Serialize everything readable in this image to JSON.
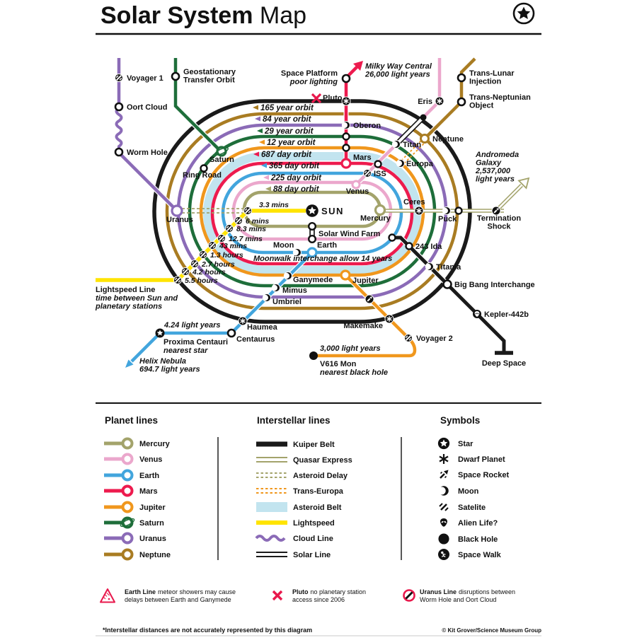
{
  "title": {
    "bold": "Solar System",
    "light": " Map"
  },
  "colors": {
    "mercury": "#a3a36b",
    "venus": "#eba7cc",
    "earth": "#42a5dd",
    "mars": "#ed1b4e",
    "jupiter": "#f0971d",
    "saturn": "#1e6e3a",
    "uranus": "#8b6bb7",
    "neptune": "#a97c22",
    "kuiper": "#1a1a1a",
    "asteroid_belt": "#c2e4ef",
    "lightspeed": "#ffe400",
    "accent_red": "#e8174b"
  },
  "map": {
    "orbits": [
      {
        "label": "165 year orbit",
        "color": "#a97c22"
      },
      {
        "label": "84 year orbit",
        "color": "#8b6bb7"
      },
      {
        "label": "29 year orbit",
        "color": "#1e6e3a"
      },
      {
        "label": "12 year orbit",
        "color": "#f0971d"
      },
      {
        "label": "687 day orbit",
        "color": "#ed1b4e"
      },
      {
        "label": "365 day orbit",
        "color": "#42a5dd"
      },
      {
        "label": "225 day orbit",
        "color": "#eba7cc"
      },
      {
        "label": "88 day orbit",
        "color": "#a3a36b"
      }
    ],
    "times": [
      "3.3 mins",
      "6 mins",
      "8.3 mins",
      "12.7 mins",
      "43 mins",
      "1.3 hours",
      "2.7 hours",
      "4.2 hours",
      "5.5 hours"
    ],
    "stations": {
      "voyager1": "Voyager 1",
      "oort_cloud": "Oort Cloud",
      "worm_hole": "Worm Hole",
      "gto": [
        "Geostationary",
        "Transfer Orbit"
      ],
      "saturn": "Saturn",
      "ring_road": "Ring Road",
      "uranus": "Uranus",
      "space_platform": "Space Platform",
      "pluto": "Pluto",
      "eris": "Eris",
      "oberon": "Oberon",
      "mars": "Mars",
      "titan": "Titan",
      "europa": "Europa",
      "neptune": "Neptune",
      "trans_lunar": [
        "Trans-Lunar",
        "Injection"
      ],
      "trans_neptunian": [
        "Trans-Neptunian",
        "Object"
      ],
      "iss": "ISS",
      "venus": "Venus",
      "sun": "SUN",
      "mercury": "Mercury",
      "ceres": "Ceres",
      "puck": "Puck",
      "termination_shock": [
        "Termination",
        "Shock"
      ],
      "solar_wind_farm": "Solar Wind Farm",
      "earth": "Earth",
      "moon": "Moon",
      "ida": "243 Ida",
      "titania": "Titania",
      "big_bang": "Big Bang Interchange",
      "kepler": "Kepler-442b",
      "deep_space": "Deep Space",
      "jupiter": "Jupiter",
      "ganymede": "Ganymede",
      "mimus": "Mimus",
      "umbriel": "Umbriel",
      "haumea": "Haumea",
      "centaurus": "Centaurus",
      "makemake": "Makemake",
      "voyager2": "Voyager 2",
      "v616": "V616 Mon",
      "proxima": "Proxima Centauri"
    },
    "notes": {
      "poor_lighting": "poor lighting",
      "milky_way": [
        "Milky Way Central",
        "26,000 light years"
      ],
      "andromeda": [
        "Andromeda",
        "Galaxy",
        "2,537,000",
        "light years"
      ],
      "lightspeed_title": "Lightspeed Line",
      "lightspeed_sub": [
        "time between Sun and",
        "planetary stations"
      ],
      "moonwalk": "Moonwalk interchange allow 14 years",
      "ly_424": "4.24 light years",
      "nearest_star": "nearest star",
      "helix": [
        "Helix Nebula",
        "694.7 light years"
      ],
      "ly_3000": "3,000 light years",
      "nearest_black_hole": "nearest black hole"
    }
  },
  "legend": {
    "planet": {
      "header": "Planet lines",
      "items": [
        {
          "label": "Mercury",
          "color": "#a3a36b"
        },
        {
          "label": "Venus",
          "color": "#eba7cc"
        },
        {
          "label": "Earth",
          "color": "#42a5dd"
        },
        {
          "label": "Mars",
          "color": "#ed1b4e"
        },
        {
          "label": "Jupiter",
          "color": "#f0971d"
        },
        {
          "label": "Saturn",
          "color": "#1e6e3a"
        },
        {
          "label": "Uranus",
          "color": "#8b6bb7"
        },
        {
          "label": "Neptune",
          "color": "#a97c22"
        }
      ]
    },
    "interstellar": {
      "header": "Interstellar lines",
      "items": [
        {
          "label": "Kuiper Belt"
        },
        {
          "label": "Quasar Express"
        },
        {
          "label": "Asteroid Delay"
        },
        {
          "label": "Trans-Europa"
        },
        {
          "label": "Asteroid Belt"
        },
        {
          "label": "Lightspeed"
        },
        {
          "label": "Cloud Line"
        },
        {
          "label": "Solar Line"
        }
      ]
    },
    "symbols": {
      "header": "Symbols",
      "items": [
        "Star",
        "Dwarf Planet",
        "Space Rocket",
        "Moon",
        "Satelite",
        "Alien Life?",
        "Black Hole",
        "Space Walk"
      ]
    }
  },
  "footnotes": [
    {
      "bold": "Earth Line",
      "rest": "meteor showers may cause",
      "line2": "delays between Earth and Ganymede"
    },
    {
      "bold": "Pluto",
      "rest": "no planetary station",
      "line2": "access since 2006"
    },
    {
      "bold": "Uranus Line",
      "rest": "disruptions between",
      "line2": "Worm Hole and Oort Cloud"
    }
  ],
  "footer": {
    "note": "*Interstellar distances are not accurately represented by this diagram",
    "credit": "© Kit Grover/Science Museum Group"
  }
}
